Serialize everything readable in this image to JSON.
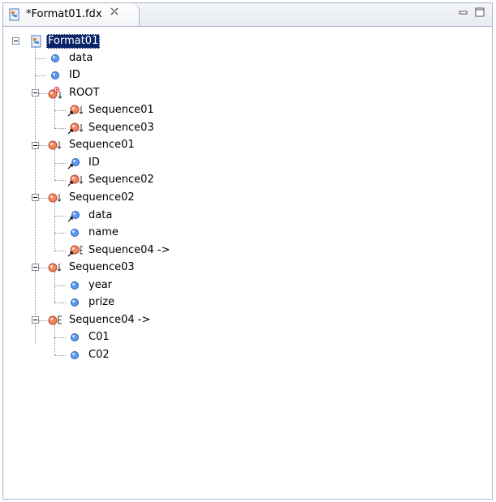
{
  "tab": {
    "title": "*Format01.fdx"
  },
  "tree": {
    "root": {
      "label": "Format01"
    },
    "nodes": {
      "data": "data",
      "id": "ID",
      "root_node": "ROOT",
      "root_seq01": "Sequence01",
      "root_seq03": "Sequence03",
      "seq01": "Sequence01",
      "seq01_id": "ID",
      "seq01_seq02": "Sequence02",
      "seq02": "Sequence02",
      "seq02_data": "data",
      "seq02_name": "name",
      "seq02_seq04": "Sequence04 ->",
      "seq03": "Sequence03",
      "seq03_year": "year",
      "seq03_prize": "prize",
      "seq04": "Sequence04 ->",
      "seq04_c01": "C01",
      "seq04_c02": "C02"
    }
  },
  "icons": {
    "file": "fdx-file-icon",
    "field": "blue-field-icon",
    "field_ref": "blue-field-reference-icon",
    "sequence": "orange-sequence-icon",
    "sequence_ref": "orange-sequence-reference-icon",
    "choice": "orange-choice-icon",
    "choice_ref": "orange-choice-reference-icon",
    "root": "orange-root-sequence-icon"
  },
  "colors": {
    "selection": "#0a246a",
    "field_blue": "#3b7de0",
    "sequence_orange": "#e8704a",
    "root_marker": "#d01818"
  }
}
